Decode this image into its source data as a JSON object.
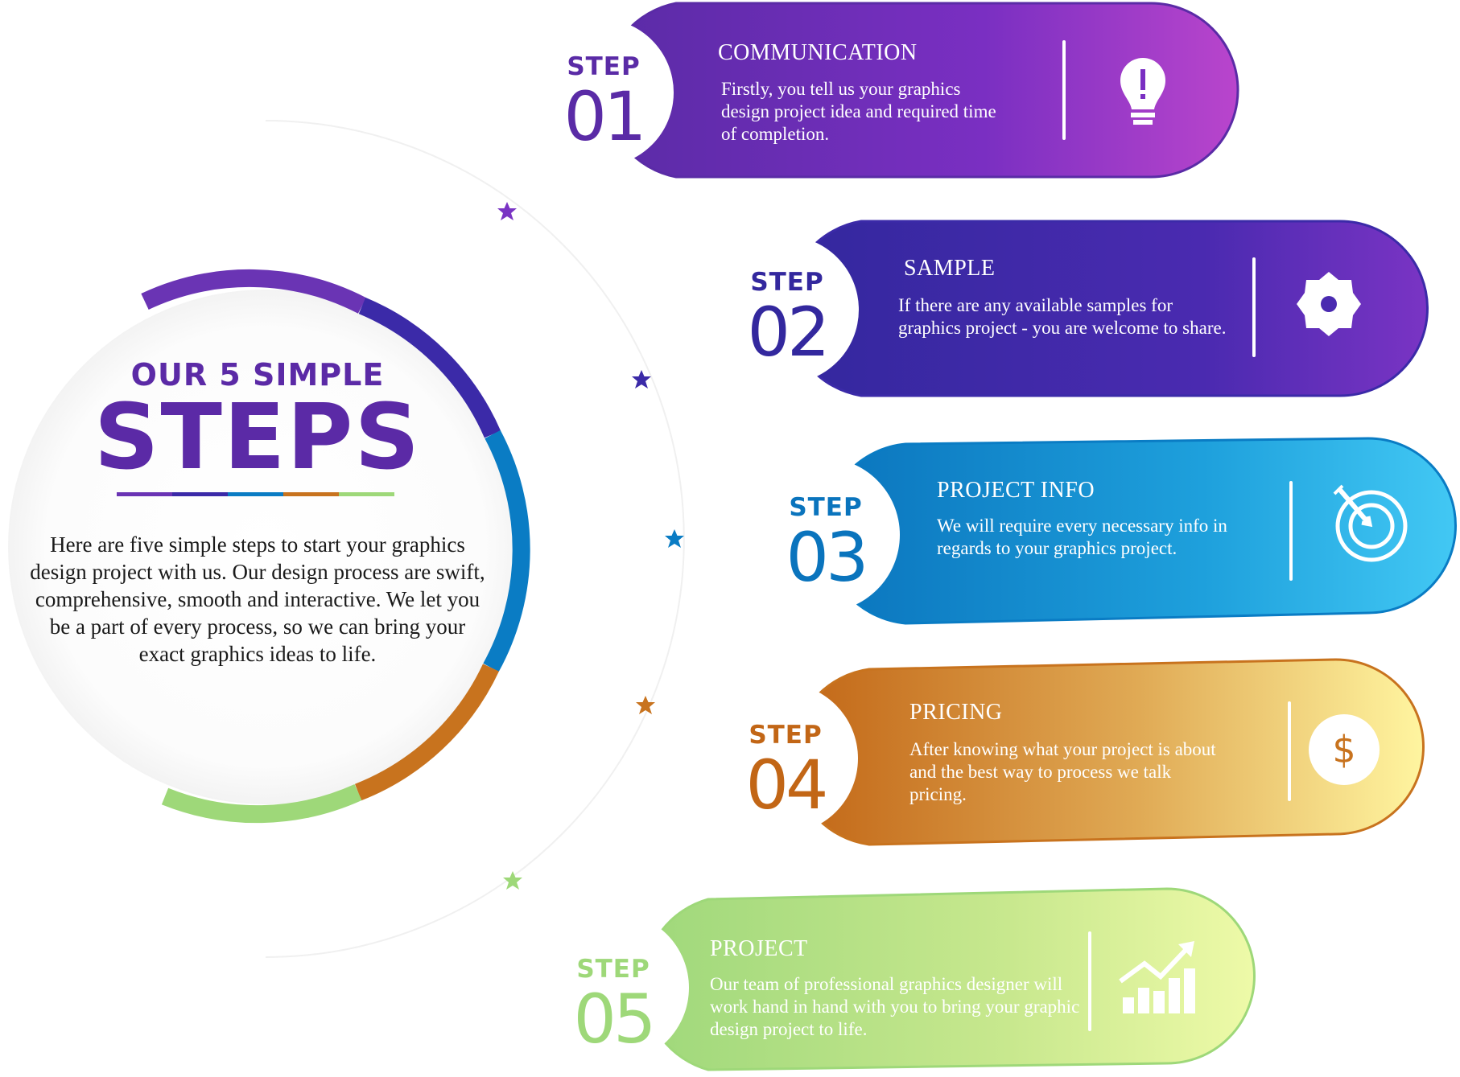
{
  "intro": {
    "kicker": "OUR 5 SIMPLE",
    "title": "STEPS",
    "body": "Here are five simple steps to start your graphics design project with us. Our design process are swift, comprehensive, smooth and interactive.  We let you be a part of every process, so we can bring your exact graphics ideas to life."
  },
  "colors": {
    "purple": "#6a34b4",
    "indigo": "#3b2aa8",
    "blue": "#0a7cc4",
    "orange": "#c8731e",
    "green": "#9ed879"
  },
  "steps": [
    {
      "label": "STEP",
      "number": "01",
      "title": "COMMUNICATION",
      "description": "Firstly, you tell us your graphics design project idea and required time of completion.",
      "icon": "lightbulb-icon"
    },
    {
      "label": "STEP",
      "number": "02",
      "title": "SAMPLE",
      "description": "If there are any available samples for graphics project - you are welcome to share.",
      "icon": "badge-icon"
    },
    {
      "label": "STEP",
      "number": "03",
      "title": "PROJECT INFO",
      "description": "We will require every necessary info in regards to your graphics project.",
      "icon": "target-icon"
    },
    {
      "label": "STEP",
      "number": "04",
      "title": "PRICING",
      "description": "After knowing what your project is about and the best way to process we talk pricing.",
      "icon": "dollar-icon"
    },
    {
      "label": "STEP",
      "number": "05",
      "title": "PROJECT",
      "description": "Our team of professional graphics designer will work hand in hand with you to bring your graphic design project to life.",
      "icon": "growth-chart-icon"
    }
  ]
}
